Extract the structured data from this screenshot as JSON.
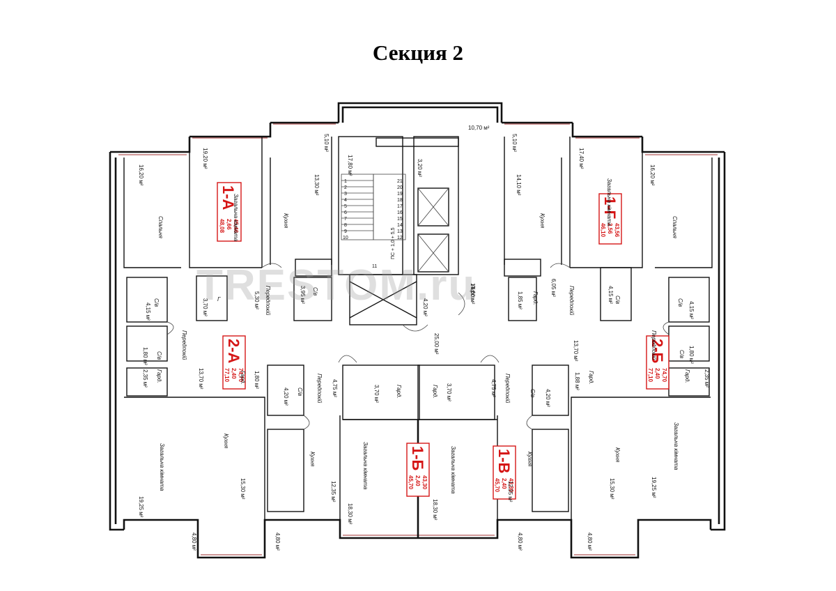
{
  "title": "Секция 2",
  "watermark": "TRESTOM.ru",
  "apartments": [
    {
      "id": "1A",
      "code": "1-А",
      "areas": [
        "45,46",
        "2,66",
        "48,08"
      ]
    },
    {
      "id": "1G",
      "code": "1-Г",
      "areas": [
        "43,56",
        "2,56",
        "46,10"
      ]
    },
    {
      "id": "2A",
      "code": "2-А",
      "areas": [
        "74,70",
        "2,40",
        "77,10"
      ]
    },
    {
      "id": "2B",
      "code": "2-Б",
      "areas": [
        "74,70",
        "2,40",
        "77,10"
      ]
    },
    {
      "id": "1B",
      "code": "1-Б",
      "areas": [
        "43,30",
        "2,40",
        "45,70"
      ]
    },
    {
      "id": "1V",
      "code": "1-В",
      "areas": [
        "43,30",
        "2,40",
        "45,70"
      ]
    }
  ],
  "rooms": {
    "r_10_70": "10,70 м²",
    "r_17_80": "17,80 м²",
    "r_3_20": "3,20 м²",
    "r_5_10_l": "5,10 м²",
    "r_5_10_r": "5,10 м²",
    "r_19_20": "19,20 м²",
    "r_13_30": "13,30 м²",
    "r_16_20_l": "16,20 м²",
    "r_16_20_r": "16,20 м²",
    "r_17_40": "17,40 м²",
    "r_14_10": "14,10 м²",
    "r_5_30": "5,30 м²",
    "r_3_70_g": "3,70 м²",
    "r_3_95": "3,95 м²",
    "r_4_15_l": "4,15 м²",
    "r_4_15_r": "4,15 м²",
    "r_4_15_rr": "4,15 м²",
    "r_6_05": "6,05 м²",
    "r_1_85": "1,85 м²",
    "r_14_60": "14,60 м²",
    "r_4_20_c": "4,20 м²",
    "r_25_00": "25,00 м²",
    "r_13_70_l": "13,70 м²",
    "r_13_70_r": "13,70 м²",
    "r_1_80_l": "1,80 м²",
    "r_1_80_r": "1,80 м²",
    "r_2_35_l": "2,35 м²",
    "r_2_35_r": "2,35 м²",
    "r_1_80b": "1,80 м²",
    "r_1_88": "1,88 м²",
    "r_4_20_l": "4,20 м²",
    "r_4_20_r": "4,20 м²",
    "r_4_75_l": "4,75 м²",
    "r_4_75_r": "4,75 м²",
    "r_3_70_l": "3,70 м²",
    "r_3_70_r": "3,70 м²",
    "r_15_30_l": "15,30 м²",
    "r_15_30_r": "15,30 м²",
    "r_12_35_l": "12,35 м²",
    "r_12_35_r": "12,35 м²",
    "r_18_30_l": "18,30 м²",
    "r_18_30_r": "18,30 м²",
    "r_19_25_l": "19,25 м²",
    "r_19_25_r": "19,25 м²",
    "r_4_80_a": "4,80 м²",
    "r_4_80_b": "4,80 м²",
    "r_4_80_c": "4,80 м²",
    "r_4_80_d": "4,80 м²"
  },
  "room_names": {
    "living": "Загальна кімната",
    "kitchen": "Кухня",
    "bedroom": "Спальня",
    "hallway": "Передпокій",
    "bathroom": "С/в",
    "wardrobe": "Гард.",
    "pantry": "Г",
    "lift": "Ліфт"
  },
  "stair_numbers_left": [
    "1",
    "2",
    "3",
    "4",
    "5",
    "6",
    "7",
    "8",
    "9",
    "10"
  ],
  "stair_numbers_right": [
    "21",
    "20",
    "19",
    "18",
    "17",
    "16",
    "15",
    "14",
    "13",
    "12"
  ],
  "stair_number_bottom": "11",
  "stair_note": "ПС + 1,0 + 5,5"
}
